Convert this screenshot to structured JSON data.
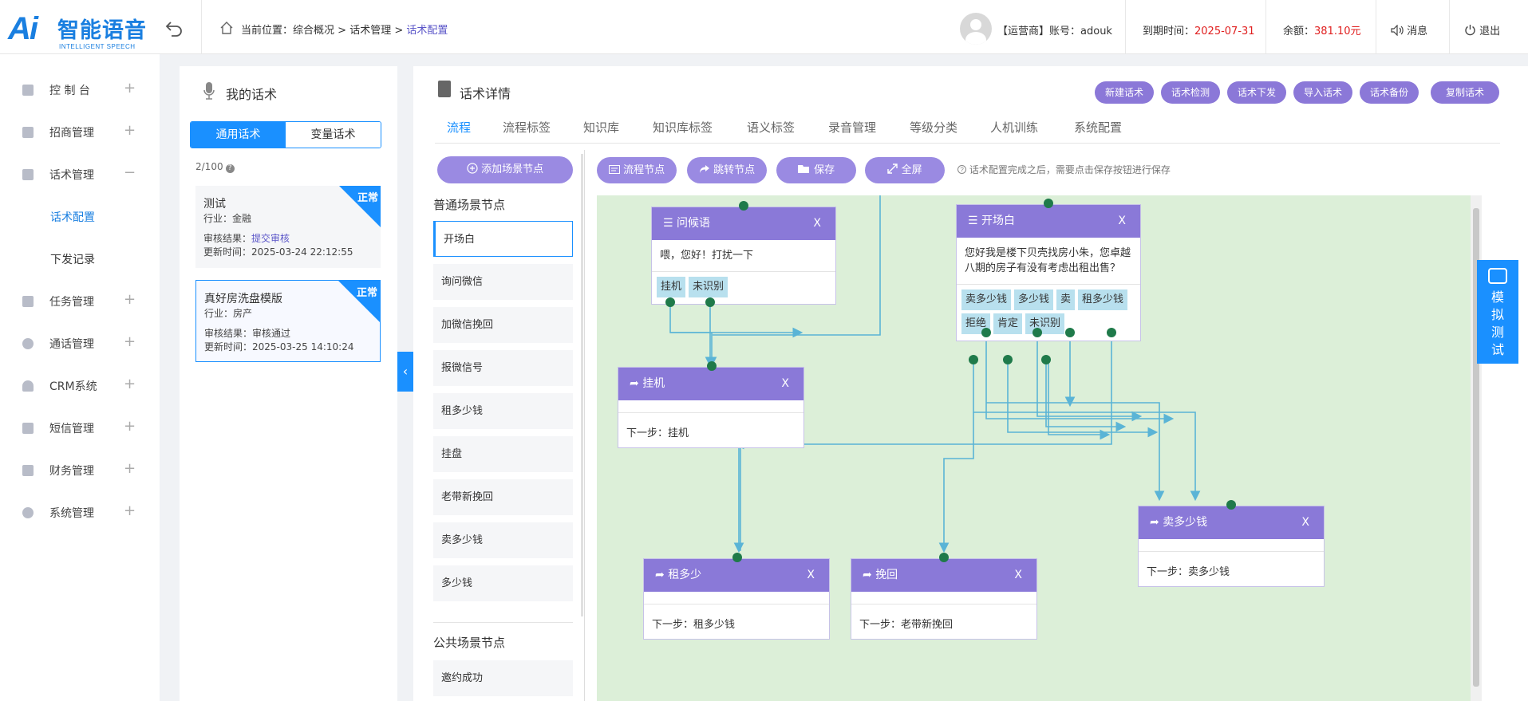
{
  "header": {
    "logo_ai": "Ai",
    "logo_cn": "智能语音",
    "logo_en": "INTELLIGENT SPEECH",
    "breadcrumb_prefix": "当前位置：",
    "crumb_1": "综合概况",
    "crumb_2": "话术管理",
    "crumb_3": "话术配置",
    "crumb_sep": " > ",
    "account_label": "【运营商】账号：",
    "account_value": "adouk",
    "expire_label": "到期时间：",
    "expire_value": "2025-07-31",
    "balance_label": "余额：",
    "balance_value": "381.10元",
    "message_label": "消息",
    "logout_label": "退出"
  },
  "sidebar": {
    "items": [
      {
        "label": "控 制 台",
        "expander": "+"
      },
      {
        "label": "招商管理",
        "expander": "+"
      },
      {
        "label": "话术管理",
        "expander": "−"
      },
      {
        "label": "任务管理",
        "expander": "+"
      },
      {
        "label": "通话管理",
        "expander": "+"
      },
      {
        "label": "CRM系统",
        "expander": "+"
      },
      {
        "label": "短信管理",
        "expander": "+"
      },
      {
        "label": "财务管理",
        "expander": "+"
      },
      {
        "label": "系统管理",
        "expander": "+"
      }
    ],
    "sub_items": [
      "话术配置",
      "下发记录"
    ]
  },
  "scripts_panel": {
    "title": "我的话术",
    "seg_general": "通用话术",
    "seg_variable": "变量话术",
    "count": "2/100",
    "count_help": "?",
    "cards": [
      {
        "name": "测试",
        "industry_label": "行业：",
        "industry": "金融",
        "review_label": "审核结果：",
        "review": "提交审核",
        "updated_label": "更新时间：",
        "updated": "2025-03-24 22:12:55",
        "status": "正常"
      },
      {
        "name": "真好房洗盘模版",
        "industry_label": "行业：",
        "industry": "房产",
        "review_label": "审核结果：",
        "review": "审核通过",
        "updated_label": "更新时间：",
        "updated": "2025-03-25 14:10:24",
        "status": "正常"
      }
    ]
  },
  "collapse_icon": "‹",
  "detail": {
    "title": "话术详情",
    "actions": [
      "新建话术",
      "话术检测",
      "话术下发",
      "导入话术",
      "话术备份",
      "复制话术"
    ],
    "tabs": [
      "流程",
      "流程标签",
      "知识库",
      "知识库标签",
      "语义标签",
      "录音管理",
      "等级分类",
      "人机训练",
      "系统配置"
    ],
    "add_node": "添加场景节点",
    "normal_nodes_title": "普通场景节点",
    "normal_nodes": [
      "开场白",
      "询问微信",
      "加微信挽回",
      "报微信号",
      "租多少钱",
      "挂盘",
      "老带新挽回",
      "卖多少钱",
      "多少钱"
    ],
    "public_nodes_title": "公共场景节点",
    "public_nodes": [
      "邀约成功"
    ],
    "tools": [
      "流程节点",
      "跳转节点",
      "保存",
      "全屏"
    ],
    "tip": "话术配置完成之后，需要点击保存按钮进行保存"
  },
  "canvas": {
    "close_label": "X",
    "nodes": {
      "greeting": {
        "title": "问候语",
        "body": "喂，您好！打扰一下",
        "tags": [
          "挂机",
          "未识别"
        ]
      },
      "opening": {
        "title": "开场白",
        "body": "您好我是楼下贝壳找房小朱，您卓越八期的房子有没有考虑出租出售？",
        "tags": [
          "卖多少钱",
          "多少钱",
          "卖",
          "租多少钱",
          "拒绝",
          "肯定",
          "未识别"
        ]
      },
      "hangup": {
        "title": "挂机",
        "next": "下一步：挂机"
      },
      "rent": {
        "title": "租多少",
        "next": "下一步：租多少钱"
      },
      "retain": {
        "title": "挽回",
        "next": "下一步：老带新挽回"
      },
      "sell": {
        "title": "卖多少钱",
        "next": "下一步：卖多少钱"
      }
    }
  },
  "simulator": {
    "label": "模拟测试"
  },
  "colors": {
    "primary": "#1a90ff",
    "node_head": "#8a79d8",
    "canvas_bg": "#dcefd8",
    "wire": "#5ab4d6",
    "highlight": "#e02020"
  }
}
